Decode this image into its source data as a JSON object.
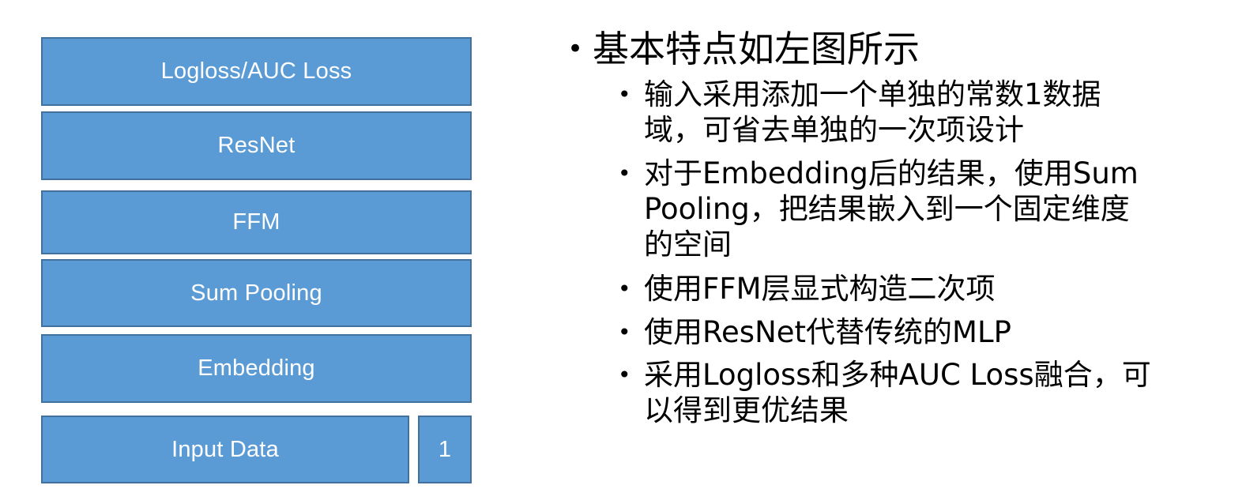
{
  "diagram": {
    "colors": {
      "fill": "#5B9BD5",
      "border": "#41719C",
      "text": "#FFFFFF"
    },
    "layers": [
      {
        "label": "Logloss/AUC Loss"
      },
      {
        "label": "ResNet"
      },
      {
        "label": "FFM"
      },
      {
        "label": "Sum Pooling"
      },
      {
        "label": "Embedding"
      }
    ],
    "inputs": [
      {
        "label": "Input Data"
      },
      {
        "label": "1"
      }
    ]
  },
  "bullets": {
    "bullet_glyph": "•",
    "heading": "基本特点如左图所示",
    "items": [
      {
        "text": "输入采用添加一个单独的常数1数据\n域，可省去单独的一次项设计"
      },
      {
        "text": "对于Embedding后的结果，使用Sum\nPooling，把结果嵌入到一个固定维度\n的空间"
      },
      {
        "text": "使用FFM层显式构造二次项"
      },
      {
        "text": "使用ResNet代替传统的MLP"
      },
      {
        "text": "采用Logloss和多种AUC Loss融合，可\n以得到更优结果"
      }
    ]
  }
}
